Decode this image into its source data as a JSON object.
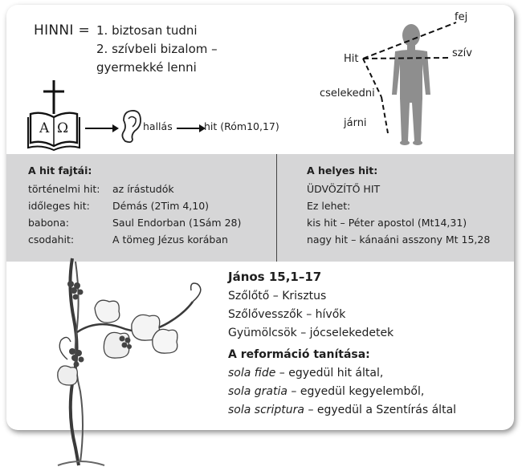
{
  "hinni": {
    "title": "HINNI =",
    "meanings": [
      "1. biztosan tudni",
      "2. szívbeli bizalom –",
      "gyermekké lenni"
    ]
  },
  "bible": {
    "alpha": "A",
    "omega": "Ω",
    "hearing_label": "hallás",
    "faith_label": "hit (Róm10,17)"
  },
  "figure": {
    "hit_label": "Hit",
    "targets": {
      "head": "fej",
      "heart": "szív",
      "acting": "cselekedni",
      "walking": "járni"
    }
  },
  "faith_types": {
    "title": "A hit fajtái:",
    "rows": [
      {
        "term": "történelmi hit:",
        "example": "az írástudók"
      },
      {
        "term": "időleges hit:",
        "example": "Démás (2Tim 4,10)"
      },
      {
        "term": "babona:",
        "example": "Saul Endorban (1Sám 28)"
      },
      {
        "term": "csodahit:",
        "example": "A tömeg Jézus korában"
      }
    ]
  },
  "right_faith": {
    "title": "A helyes hit:",
    "lines": [
      "ÜDVÖZÍTŐ HIT",
      "Ez lehet:",
      "kis hit – Péter apostol (Mt14,31)",
      "nagy hit – kánaáni asszony Mt 15,28"
    ]
  },
  "john": {
    "title": "János 15,1–17",
    "lines": [
      "Szőlőtő – Krisztus",
      "Szőlővesszők – hívők",
      "Gyümölcsök – jócselekedetek"
    ]
  },
  "reformation": {
    "title": "A reformáció tanítása:",
    "items": [
      {
        "latin": "sola fide",
        "meaning": " – egyedül hit által,"
      },
      {
        "latin": "sola gratia",
        "meaning": " – egyedül kegyelemből,"
      },
      {
        "latin": "sola scriptura",
        "meaning": " – egyedül a Szentírás által"
      }
    ]
  }
}
